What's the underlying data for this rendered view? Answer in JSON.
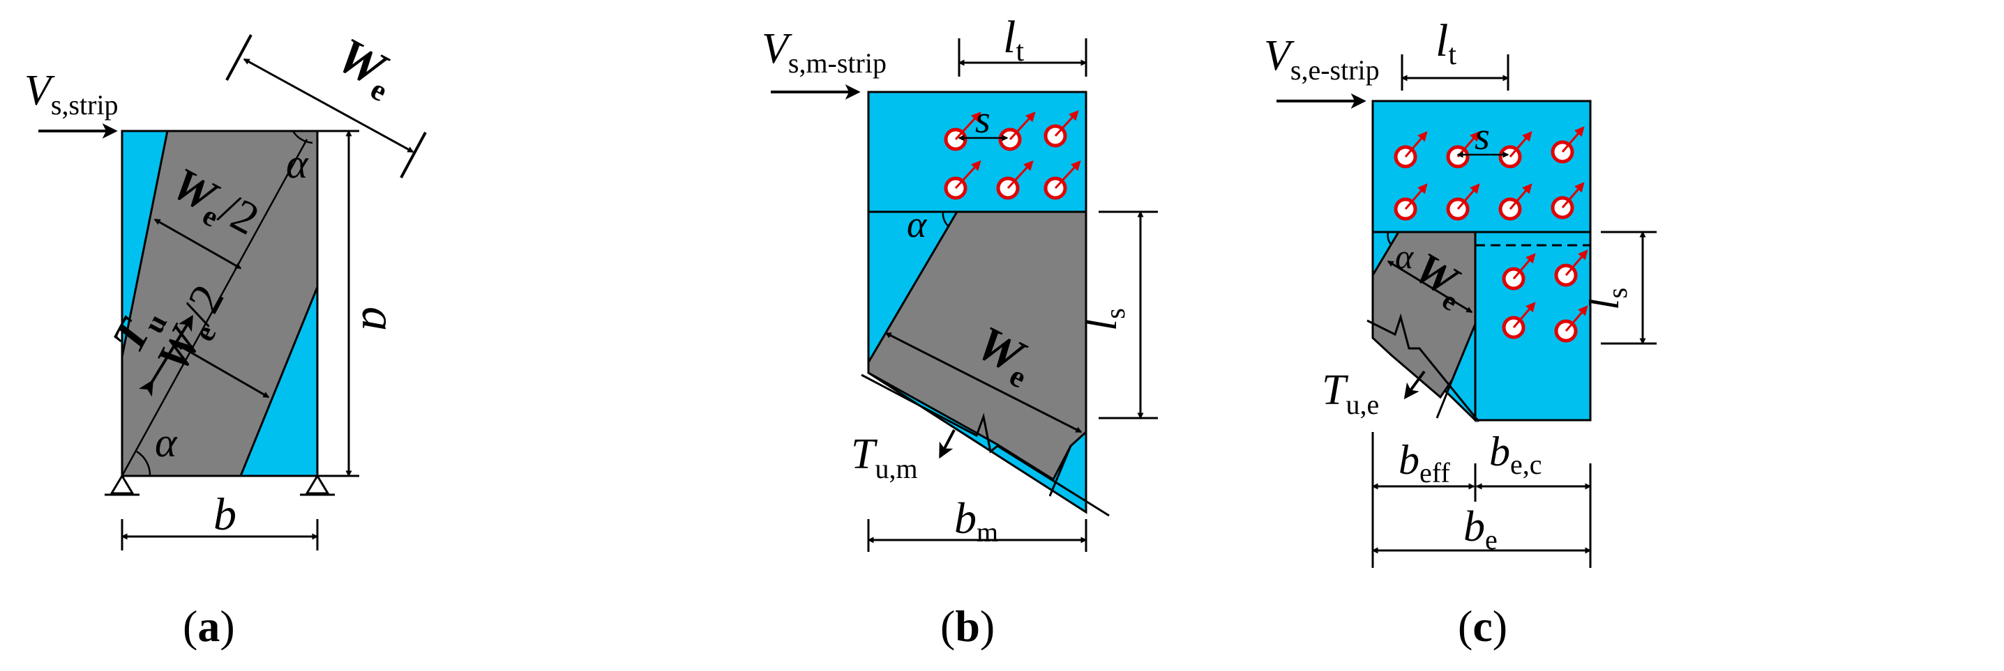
{
  "colors": {
    "concrete": "#00C0F0",
    "strut": "#808080",
    "stroke": "#000000",
    "anchor": "#E00000"
  },
  "panel_a": {
    "shear_main": "V",
    "shear_sub": "s,strip",
    "width_main": "W",
    "width_sub": "e",
    "half_width_main": "W",
    "half_width_sub": "e",
    "half_width_suffix": "/2",
    "tension_main": "T",
    "tension_sub": "u",
    "angle": "α",
    "height": "a",
    "base": "b",
    "caption_open": "(",
    "caption_letter": "a",
    "caption_close": ")"
  },
  "panel_b": {
    "shear_main": "V",
    "shear_sub": "s,m-strip",
    "anchor_len_main": "l",
    "anchor_len_sub": "t",
    "spacing": "s",
    "angle": "α",
    "strip_len_main": "l",
    "strip_len_sub": "s",
    "width_main": "W",
    "width_sub": "e",
    "tension_main": "T",
    "tension_sub": "u,m",
    "base_main": "b",
    "base_sub": "m",
    "caption_open": "(",
    "caption_letter": "b",
    "caption_close": ")"
  },
  "panel_c": {
    "shear_main": "V",
    "shear_sub": "s,e-strip",
    "anchor_len_main": "l",
    "anchor_len_sub": "t",
    "spacing": "s",
    "angle": "α",
    "strip_len_main": "l",
    "strip_len_sub": "s",
    "width_main": "W",
    "width_sub": "e",
    "tension_main": "T",
    "tension_sub": "u,e",
    "eff_main": "b",
    "eff_sub": "eff",
    "ec_main": "b",
    "ec_sub": "e,c",
    "base_main": "b",
    "base_sub": "e",
    "caption_open": "(",
    "caption_letter": "c",
    "caption_close": ")"
  }
}
